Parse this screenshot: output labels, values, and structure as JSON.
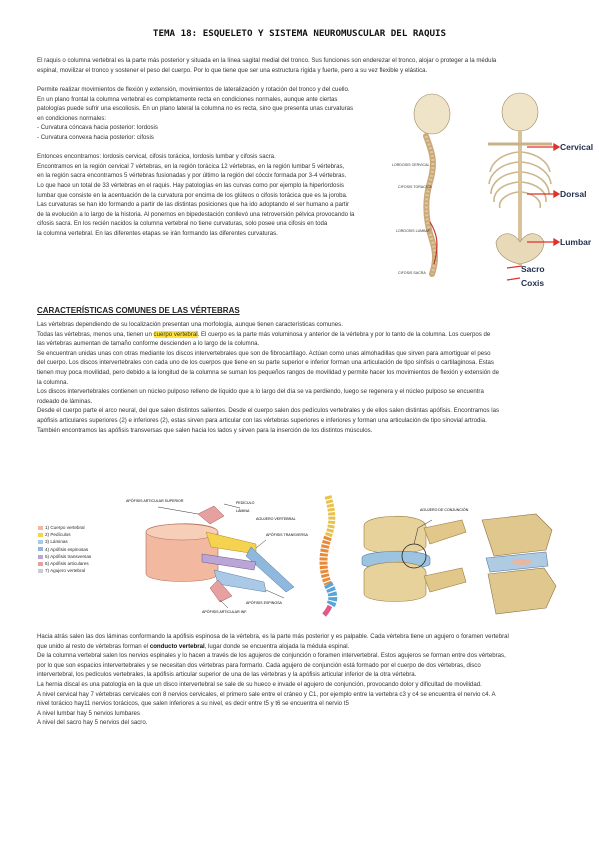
{
  "title": "TEMA 18: ESQUELETO Y SISTEMA NEUROMUSCULAR DEL RAQUIS",
  "intro": [
    "El raquis o columna vertebral es la parte más posterior y situada en la línea sagital medial del tronco. Sus funciones son enderezar el tronco, alojar o proteger a la médula",
    "espinal, movilizar el tronco y sostener el peso del cuerpo. Por lo que tiene que ser una estructura rígida y fuerte, pero a su vez flexible y elástica."
  ],
  "side_text": [
    "Permite realizar movimientos de flexión y extensión, movimientos de lateralización y rotación del tronco y del cuello.",
    "En un plano frontal la columna vertebral es completamente recta en condiciones normales, aunque ante ciertas",
    "patologías puede sufrir una escoliosis. En un plano lateral la columna no es recta, sino que presenta unas curvaturas",
    "en condiciones normales:",
    "- Curvatura cóncava hacia posterior: lordosis",
    "- Curvatura convexa hacia posterior: cifosis",
    "",
    "Entonces encontramos: lordosis cervical, cifosis torácica, lordosis lumbar y cifosis sacra.",
    "Encontramos en la región cervical 7 vértebras, en la región torácica 12 vértebras, en la región lumbar 5 vértebras,",
    "en la región sacra encontramos 5 vértebras fusionadas y por último la región del cóccix formada por 3-4 vértebras.",
    "Lo que hace un total de 33 vértebras en el raquis. Hay patologías en las curvas como por ejemplo la hiperlordosis",
    "lumbar que consiste en la acentuación de la curvatura por encima de los glúteos o cifosis torácica que es la joroba.",
    "Las curvaturas se han ido formando a partir de las distintas posiciones que ha ido adoptando el ser humano a partir",
    "de la evolución a lo largo de la historia. Al ponernos en bipedestación conllevó una retroversión pélvica provocando la",
    "cifosis sacra. En los recién nacidos la columna vertebral no tiene curvaturas, solo posee una cifosis en toda",
    "la columna vertebral. En las diferentes etapas se irán formando las diferentes curvaturas."
  ],
  "section_title": "CARACTERÍSTICAS COMUNES DE LAS VÉRTEBRAS",
  "sec": {
    "l1": "Las vértebras dependiendo de su localización presentan una morfología, aunque tienen características comunes.",
    "l2a": "Todas las vértebras, menos una, tienen un ",
    "l2hl": "cuerpo vertebral",
    "l2b": ". El cuerpo es la parte más voluminosa y anterior de la vértebra y por lo tanto de la columna. Los cuerpos de",
    "l3": "las vértebras aumentan de tamaño conforme descienden a lo largo de la columna.",
    "rest": [
      "Se encuentran unidas unas con otras mediante los discos intervertebrales que son de fibrocartílago. Actúan como unas almohadillas que sirven para amortiguar el peso",
      "del cuerpo. Los discos intervertebrales con cada uno de los cuerpos que tiene en su parte superior e inferior forman una articulación de tipo sínfisis o cartilaginosa. Estas",
      "tienen muy poca movilidad, pero debido a la longitud de la columna se suman los pequeños rangos de movilidad y permite hacer los movimientos de flexión y extensión de",
      "la columna.",
      "Los discos intervertebrales contienen un núcleo pulposo relleno de líquido que a lo largo del día se va perdiendo, luego se regenera y el núcleo pulposo se encuentra",
      "rodeado de láminas.",
      "Desde el cuerpo parte el arco neural, del que salen distintos salientes. Desde el cuerpo salen dos pedículos vertebrales y de ellos salen distintas apófisis. Encontramos las",
      "apófisis articulares superiores (2) e inferiores (2), estas sirven para articular con las vértebras superiores e inferiores y forman una articulación de tipo sinovial artrodia.",
      "También encontramos las apófisis transversas que salen hacia los lados y sirven para la inserción de los distintos músculos."
    ]
  },
  "legend": [
    {
      "text": "1) Cuerpo vertebral",
      "color": "#f2b8a0"
    },
    {
      "text": "2) Pedículos",
      "color": "#f5d250"
    },
    {
      "text": "3) Láminas",
      "color": "#aac9e6"
    },
    {
      "text": "4) Apófisis espinosas",
      "color": "#8fb8dc"
    },
    {
      "text": "5) Apófisis transversas",
      "color": "#b9a6d6"
    },
    {
      "text": "6) Apófisis articulares",
      "color": "#e6a0a0"
    },
    {
      "text": "7) Agujero vertebral",
      "color": "#c6cfd6"
    }
  ],
  "skeleton_labels": {
    "cervical": "Cervical",
    "dorsal": "Dorsal",
    "lumbar": "Lumbar",
    "sacro": "Sacro",
    "coxis": "Coxis",
    "hand1": "LORDOSIS CERVICAL",
    "hand2": "CIFOSIS TORACICA",
    "hand3": "LORDOSIS LUMBAR",
    "hand4": "CIFOSIS SACRA"
  },
  "vert_labels": {
    "a": "APÓFISIS ARTICULAR SUPERIOR",
    "b": "PEDÍCULO",
    "c": "LÁMINA",
    "d": "APÓFISIS TRANSVERSA",
    "e": "APÓFISIS ESPINOSA",
    "f": "APÓFISIS ARTICULAR INF.",
    "g": "AGUJERO VERTEBRAL",
    "h": "AGUJERO DE CONJUNCIÓN"
  },
  "bottom": {
    "l1": "Hacia atrás salen las dos láminas conformando la apófisis espinosa de la vértebra, es la parte más posterior y es palpable. Cada vértebra tiene un agujero o foramen vertebral",
    "l2a": "que unido al resto de vértebras forman el ",
    "l2b": "conducto vertebral",
    "l2c": ", lugar donde se encuentra alojada la médula espinal.",
    "rest": [
      "De la columna vertebral salen los nervios espinales y lo hacen a través de los agujeros de conjunción o foramen intervertebral. Estos agujeros se forman entre dos vértebras,",
      "por lo que son espacios intervertebrales y se necesitan dos vértebras para formarlo. Cada agujero de conjunción está formado por el cuerpo de dos vértebras, disco",
      "intervertebral, los pedículos vertebrales, la apófisis articular superior de una de las vértebras y la apófisis articular inferior de la otra vértebra.",
      "La hernia discal es una patología en la que un disco intervertebral se sale de su hueco e invade el agujero de conjunción, provocando dolor y dificultad de movilidad.",
      "A nivel cervical hay 7 vértebras cervicales con 8 nervios cervicales, el primero sale entre el cráneo y C1, por ejemplo entre la vertebra c3 y c4 se encuentra el nervio c4. A",
      "nivel torácico hay11 nervios torácicos, que salen inferiores a su nivel, es decir entre t5 y t6 se encuentra el nervio t5",
      "A nivel lumbar hay 5 nervios lumbares",
      "A nivel del sacro hay 5 nervios del sacro."
    ]
  },
  "colors": {
    "highlight": "#ffe33a",
    "arrow": "#e0312b",
    "bone": "#e8d9b8"
  }
}
